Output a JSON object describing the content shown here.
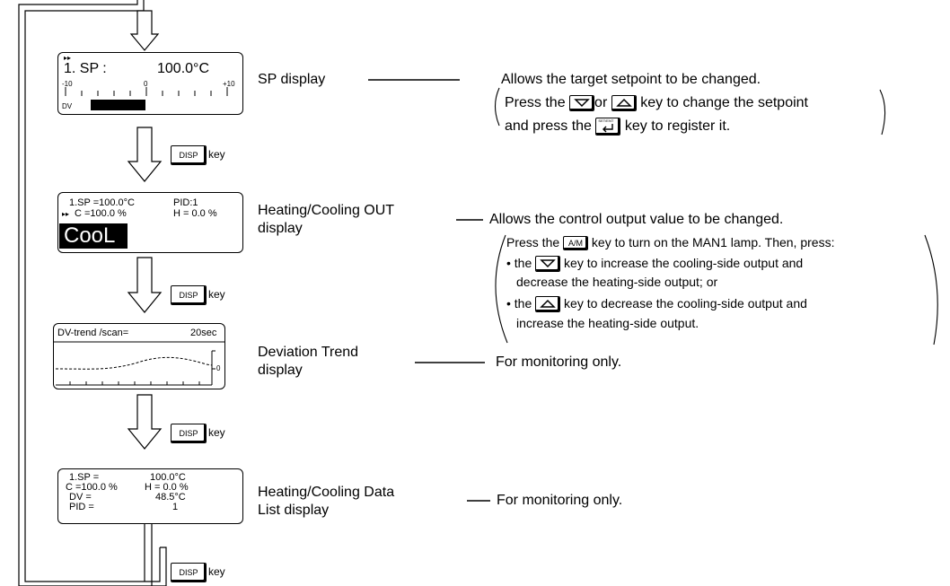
{
  "screens": {
    "sp": {
      "line_label": "1. SP :",
      "line_value": "100.0°C",
      "scale_min": "-10",
      "scale_zero": "0",
      "scale_max": "+10",
      "bar_label": "DV"
    },
    "out": {
      "row1_left": "1.SP =100.0°C",
      "row1_right": "PID:1",
      "row2_left": "C      =100.0 %",
      "row2_right": "H = 0.0 %",
      "mode": "CooL"
    },
    "trend": {
      "title": "DV-trend   /scan=",
      "interval": "20sec",
      "zero": "0"
    },
    "data": {
      "r1l": "1.SP =",
      "r1r": "100.0°C",
      "r2l": "C =100.0 %",
      "r2r": "H =   0.0 %",
      "r3l": "DV    =",
      "r3r": "48.5°C",
      "r4l": "PID   =",
      "r4r": "1"
    }
  },
  "keys": {
    "disp": "DISP",
    "key_word": "key",
    "am": "A/M",
    "setent": "SET/ENT"
  },
  "labels": {
    "sp": "SP display",
    "out_line1": "Heating/Cooling OUT",
    "out_line2": "display",
    "trend_line1": "Deviation Trend",
    "trend_line2": "display",
    "data_line1": "Heating/Cooling Data",
    "data_line2": "List display"
  },
  "descriptions": {
    "sp_main": "Allows the target setpoint to be changed.",
    "sp_p1a": "Press the",
    "sp_p1b": "or",
    "sp_p1c": "key to change the setpoint",
    "sp_p2a": "and press the",
    "sp_p2b": "key to register it.",
    "out_main": "Allows the control output value to be changed.",
    "out_l1a": "Press the",
    "out_l1b": "key to turn on the MAN1 lamp. Then, press:",
    "out_l2a": "• the",
    "out_l2b": "key to increase the cooling-side output and",
    "out_l3": "decrease the heating-side output; or",
    "out_l4a": "• the",
    "out_l4b": "key to decrease the cooling-side output and",
    "out_l5": "increase the heating-side output.",
    "trend_main": "For monitoring only.",
    "data_main": "For monitoring only."
  }
}
